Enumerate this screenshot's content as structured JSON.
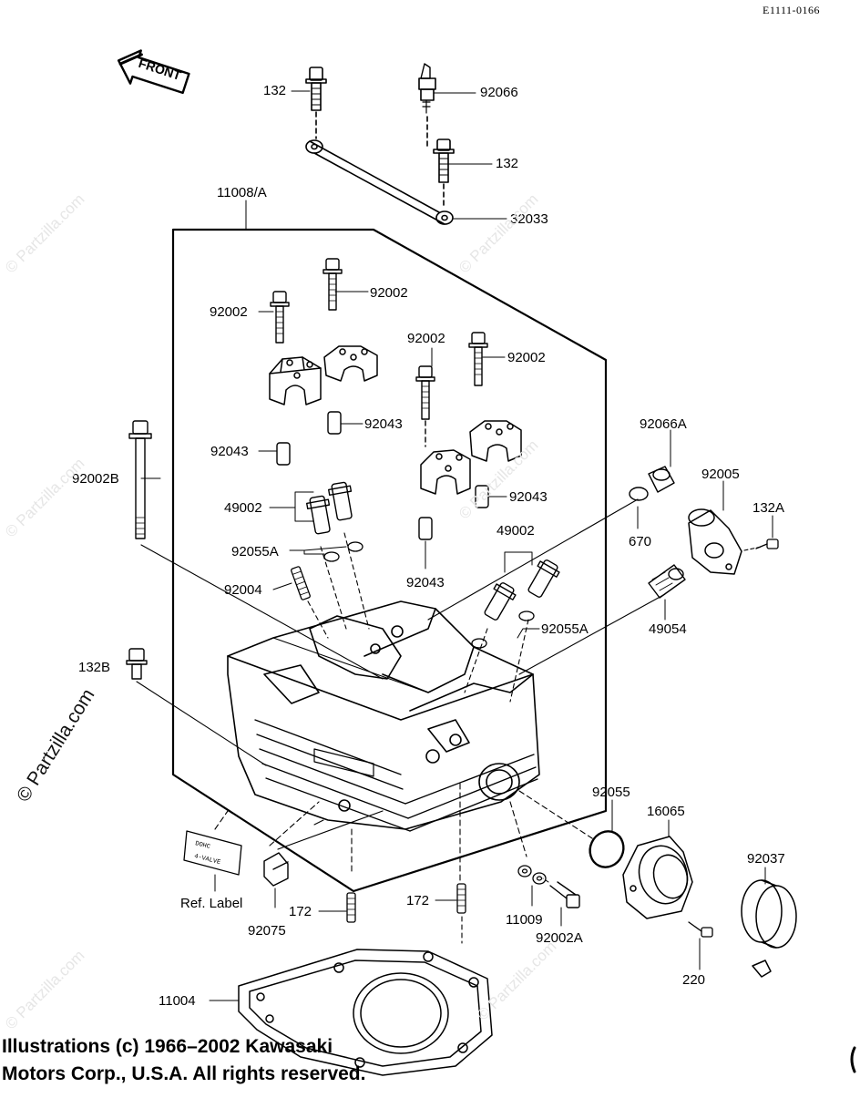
{
  "diagram_code": "E1111-0166",
  "front_label": "FRONT",
  "watermark": "© Partzilla.com",
  "copyright": {
    "line1": "Illustrations (c) 1966–2002 Kawasaki",
    "line2": "Motors Corp., U.S.A.  All rights reserved."
  },
  "ref_tag": {
    "line1": "DOHC",
    "line2": "4-VALVE"
  },
  "parts": {
    "p132_top": "132",
    "p92066": "92066",
    "p132_mid": "132",
    "p32033": "32033",
    "p11008A": "11008/A",
    "p92002_a": "92002",
    "p92002_b": "92002",
    "p92002_c": "92002",
    "p92002_d": "92002",
    "p92043_a": "92043",
    "p92043_b": "92043",
    "p92043_c": "92043",
    "p92043_d": "92043",
    "p92002B": "92002B",
    "p49002_a": "49002",
    "p49002_b": "49002",
    "p92055A_a": "92055A",
    "p92055A_b": "92055A",
    "p92004": "92004",
    "p92066A": "92066A",
    "p92005": "92005",
    "p132A": "132A",
    "p670": "670",
    "p49054": "49054",
    "p132B": "132B",
    "p92055": "92055",
    "p16065": "16065",
    "p92037": "92037",
    "p172_a": "172",
    "p172_b": "172",
    "p11009": "11009",
    "p92002A": "92002A",
    "p220": "220",
    "p92075": "92075",
    "ref_label": "Ref. Label",
    "p11004": "11004"
  }
}
